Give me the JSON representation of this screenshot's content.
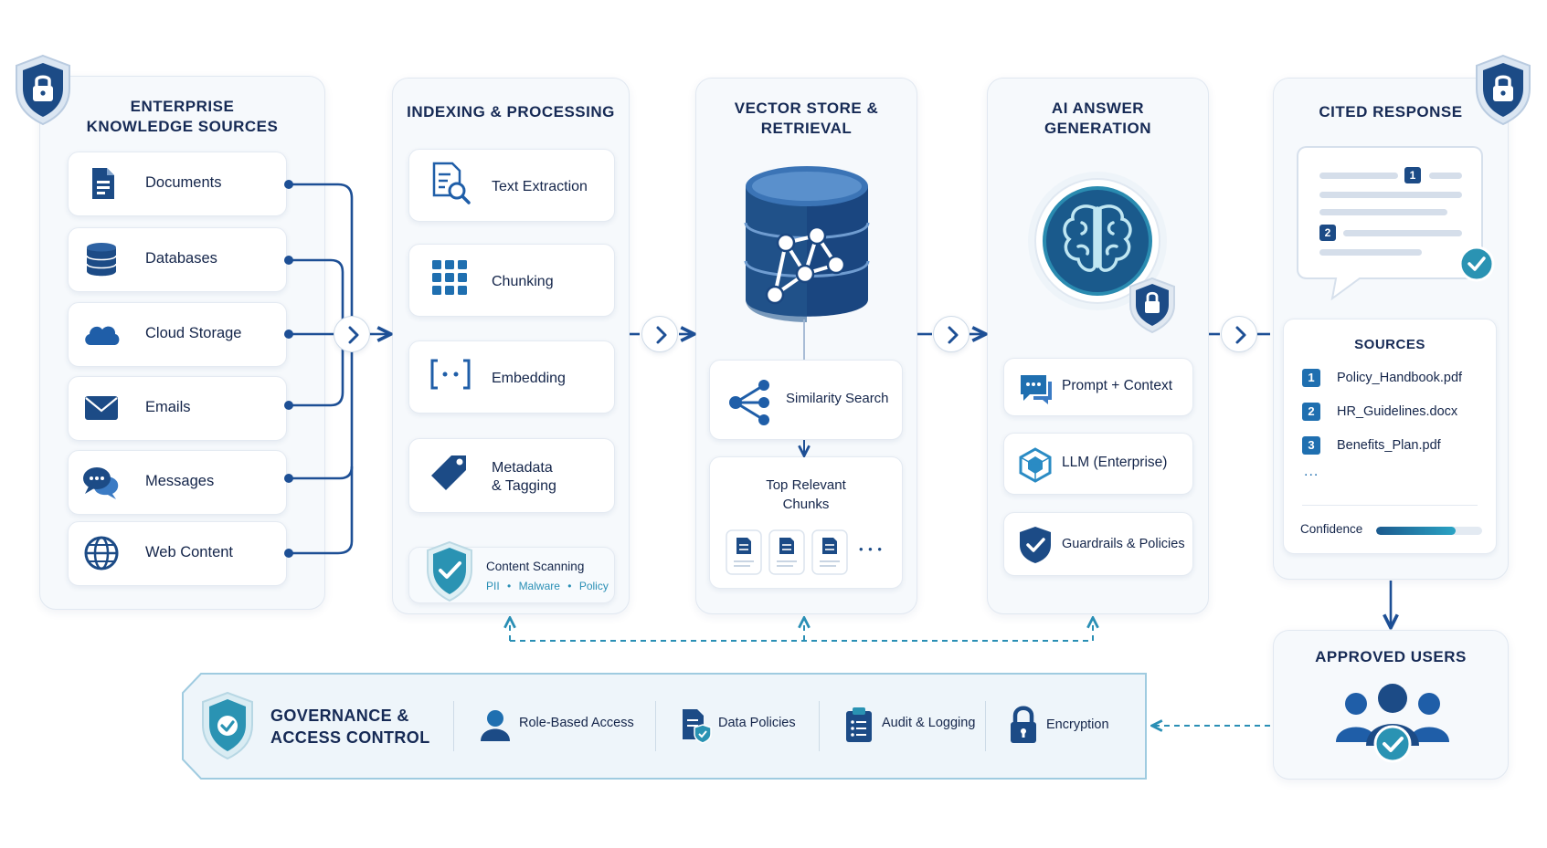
{
  "sources": {
    "title_line1": "ENTERPRISE",
    "title_line2": "KNOWLEDGE SOURCES",
    "items": [
      {
        "label": "Documents",
        "icon": "document-icon"
      },
      {
        "label": "Databases",
        "icon": "database-icon"
      },
      {
        "label": "Cloud Storage",
        "icon": "cloud-icon"
      },
      {
        "label": "Emails",
        "icon": "email-icon"
      },
      {
        "label": "Messages",
        "icon": "chat-bubbles-icon"
      },
      {
        "label": "Web Content",
        "icon": "globe-icon"
      }
    ]
  },
  "indexing": {
    "title": "INDEXING & PROCESSING",
    "items": [
      {
        "label": "Text Extraction",
        "icon": "document-search-icon"
      },
      {
        "label": "Chunking",
        "icon": "grid-icon"
      },
      {
        "label": "Embedding",
        "icon": "bracket-dots-icon"
      },
      {
        "label_line1": "Metadata",
        "label_line2": "& Tagging",
        "icon": "tag-icon"
      }
    ],
    "scanning": {
      "title": "Content Scanning",
      "tags": [
        "PII",
        "Malware",
        "Policy"
      ],
      "separator": "•",
      "icon": "shield-check-icon"
    }
  },
  "vector": {
    "title_line1": "VECTOR STORE &",
    "title_line2": "RETRIEVAL",
    "similarity": "Similarity Search",
    "top_line1": "Top Relevant",
    "top_line2": "Chunks",
    "ellipsis": "• • •"
  },
  "ai": {
    "title_line1": "AI ANSWER",
    "title_line2": "GENERATION",
    "items": [
      {
        "label": "Prompt + Context",
        "icon": "chat-icon"
      },
      {
        "label": "LLM (Enterprise)",
        "icon": "cube-icon"
      },
      {
        "label": "Guardrails & Policies",
        "icon": "shield-check-icon"
      }
    ]
  },
  "cited": {
    "title": "CITED RESPONSE",
    "badge1": "1",
    "badge2": "2",
    "sources_title": "SOURCES",
    "sources": [
      {
        "num": "1",
        "name": "Policy_Handbook.pdf"
      },
      {
        "num": "2",
        "name": "HR_Guidelines.docx"
      },
      {
        "num": "3",
        "name": "Benefits_Plan.pdf"
      }
    ],
    "more": "...",
    "confidence_label": "Confidence",
    "confidence": 0.75
  },
  "users": {
    "title": "APPROVED USERS"
  },
  "governance": {
    "title_line1": "GOVERNANCE &",
    "title_line2": "ACCESS CONTROL",
    "items": [
      {
        "label": "Role-Based Access",
        "icon": "user-icon"
      },
      {
        "label": "Data Policies",
        "icon": "document-shield-icon"
      },
      {
        "label": "Audit & Logging",
        "icon": "clipboard-list-icon"
      },
      {
        "label": "Encryption",
        "icon": "padlock-icon"
      }
    ]
  },
  "colors": {
    "navy": "#1b3f79",
    "blue": "#1f5ea8",
    "teal": "#2490b0",
    "line": "#1d4f95",
    "text": "#13254a"
  }
}
